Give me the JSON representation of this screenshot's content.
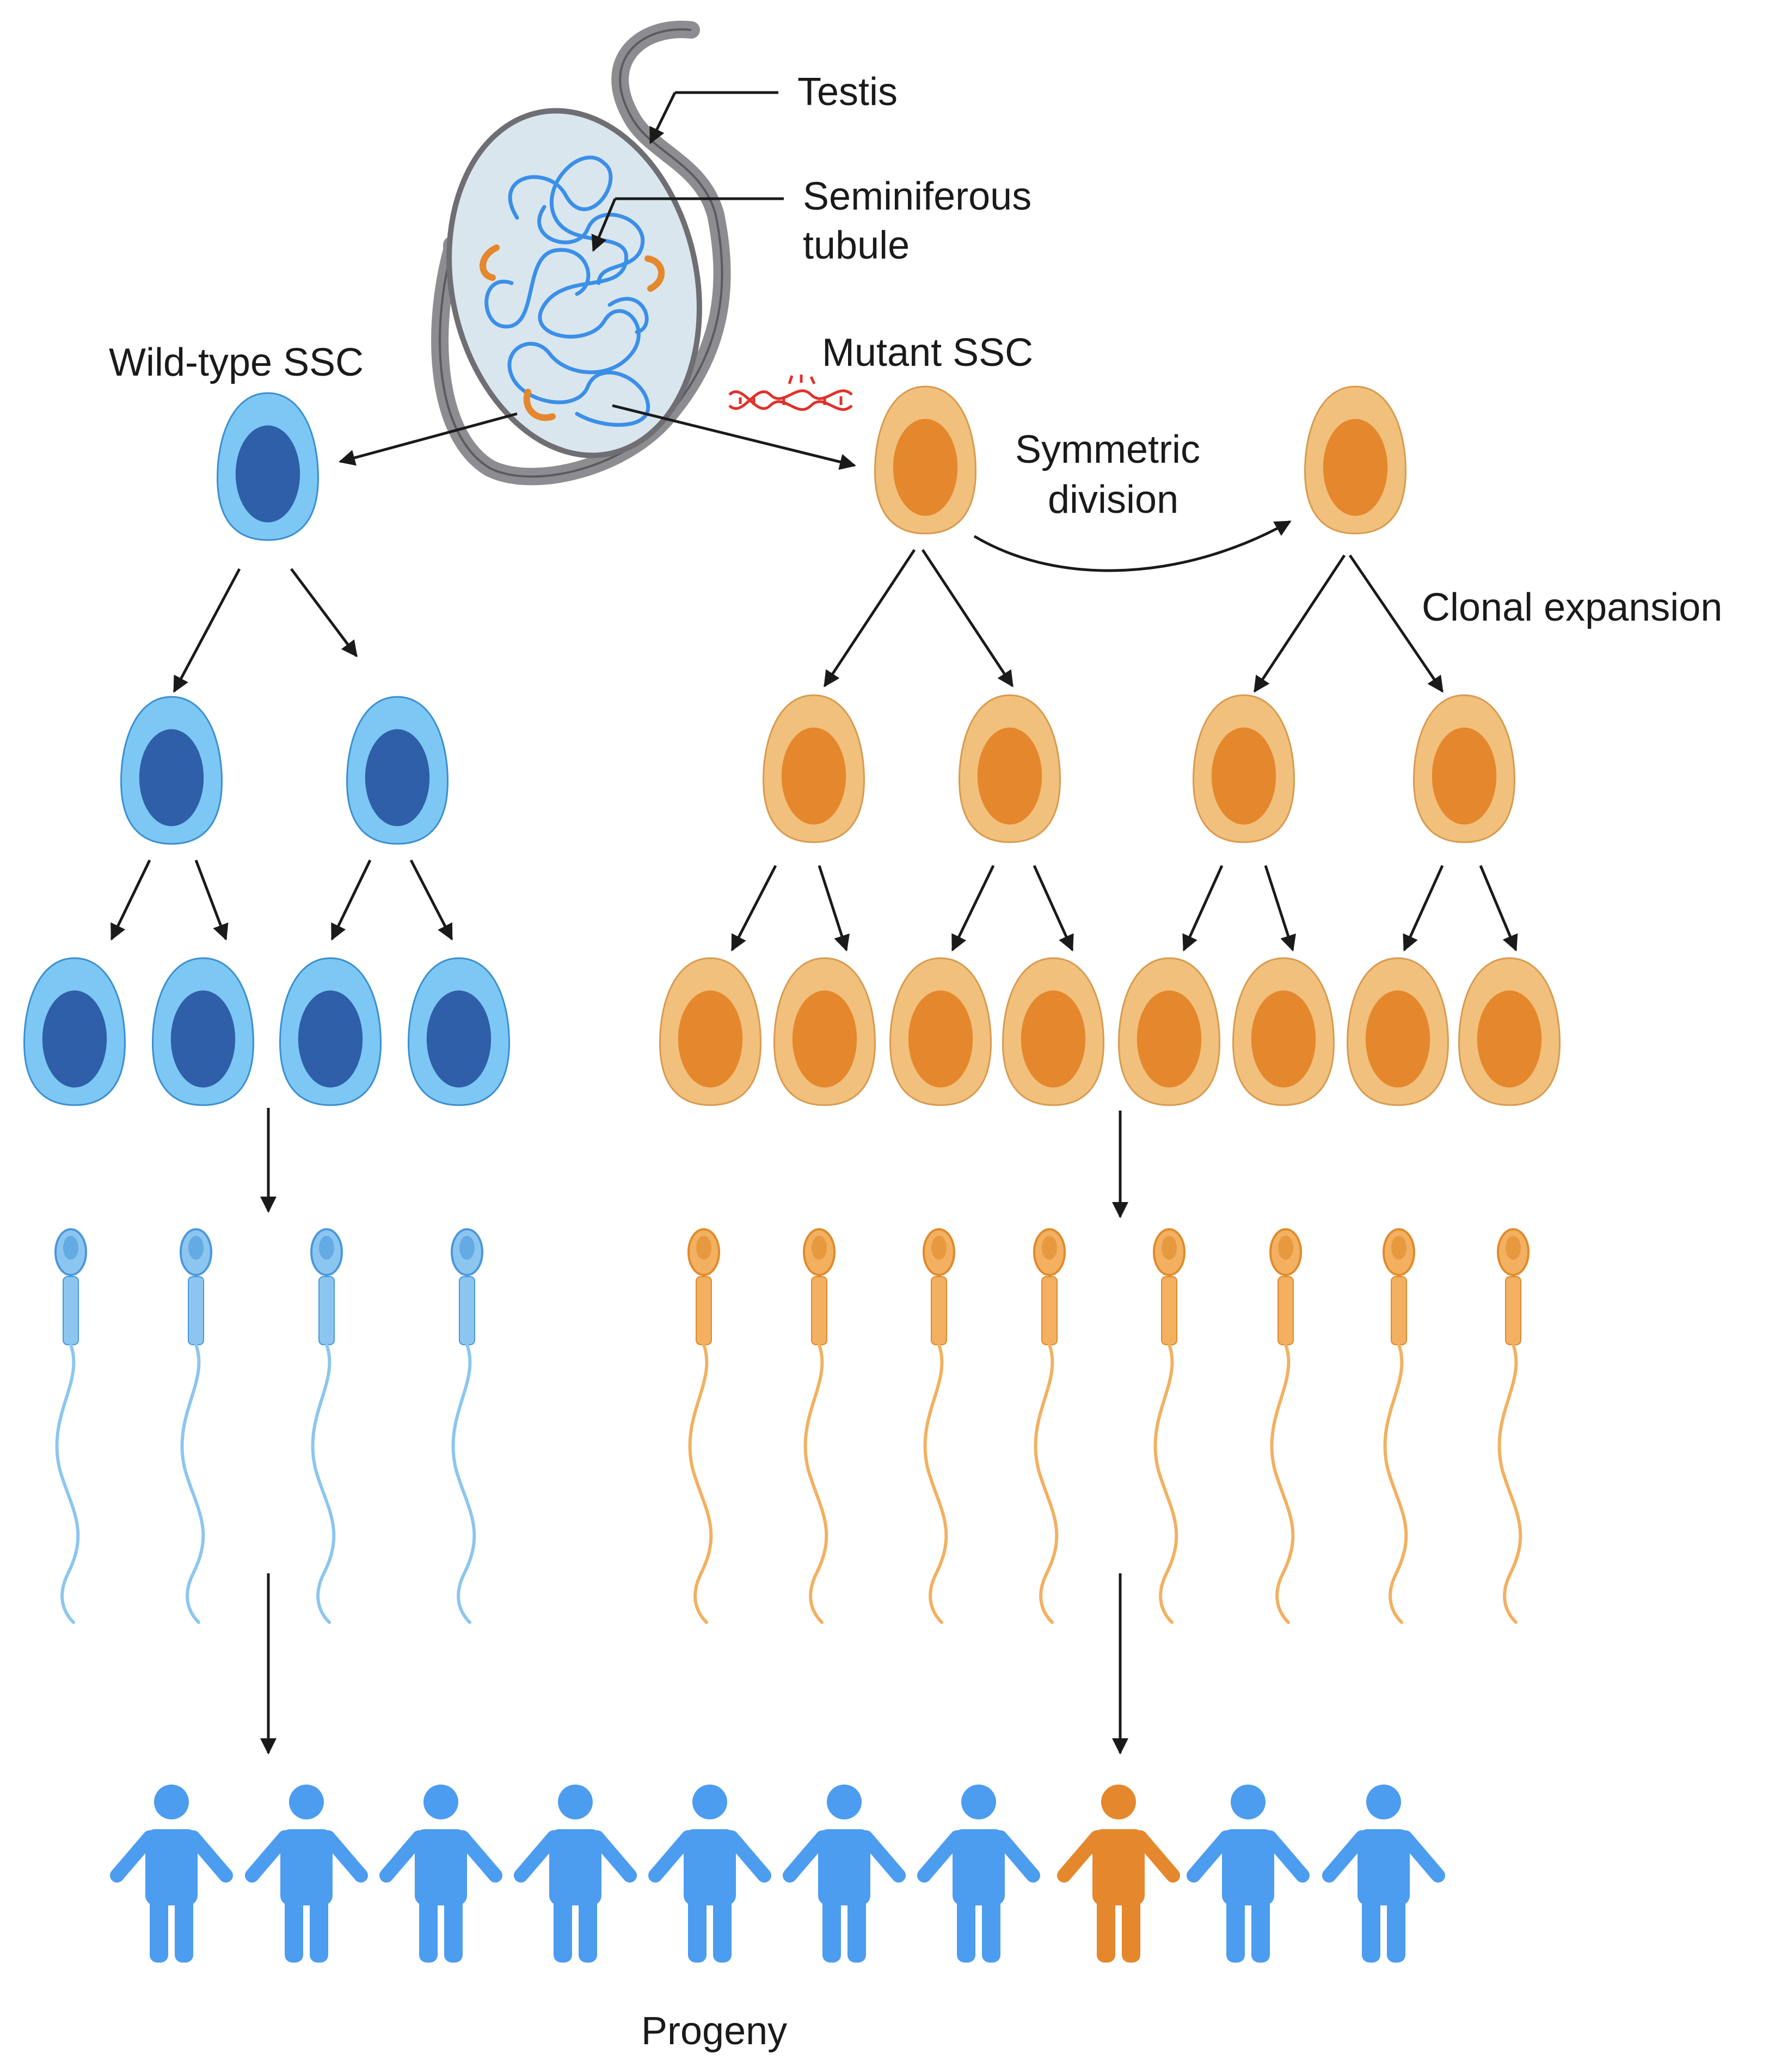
{
  "labels": {
    "testis": "Testis",
    "seminiferous_line1": "Seminiferous",
    "seminiferous_line2": "tubule",
    "wildtype_ssc": "Wild-type SSC",
    "mutant_ssc": "Mutant SSC",
    "symmetric_line1": "Symmetric",
    "symmetric_line2": "division",
    "clonal_expansion": "Clonal expansion",
    "progeny": "Progeny"
  },
  "colors": {
    "wildtype_cell": "#7dc7f5",
    "wildtype_nucleus": "#2f5fa8",
    "mutant_cell": "#f1c07c",
    "mutant_nucleus": "#e5872c",
    "wildtype_sperm": "#8cc6f0",
    "mutant_sperm": "#f2b060",
    "progeny_normal": "#4c9cf0",
    "progeny_mutant": "#e5872c",
    "dna_mutation": "#e0302a",
    "tubule": "#3b8fe8",
    "arrow": "#1a1a1a"
  },
  "icons": {
    "testis": "testis-icon",
    "dna": "dna-mutation-icon",
    "sperm": "sperm-icon",
    "person": "person-icon"
  },
  "progeny": {
    "count": 10,
    "mutant_index": 8
  },
  "sperm": {
    "wildtype_count": 4,
    "mutant_count": 8
  }
}
